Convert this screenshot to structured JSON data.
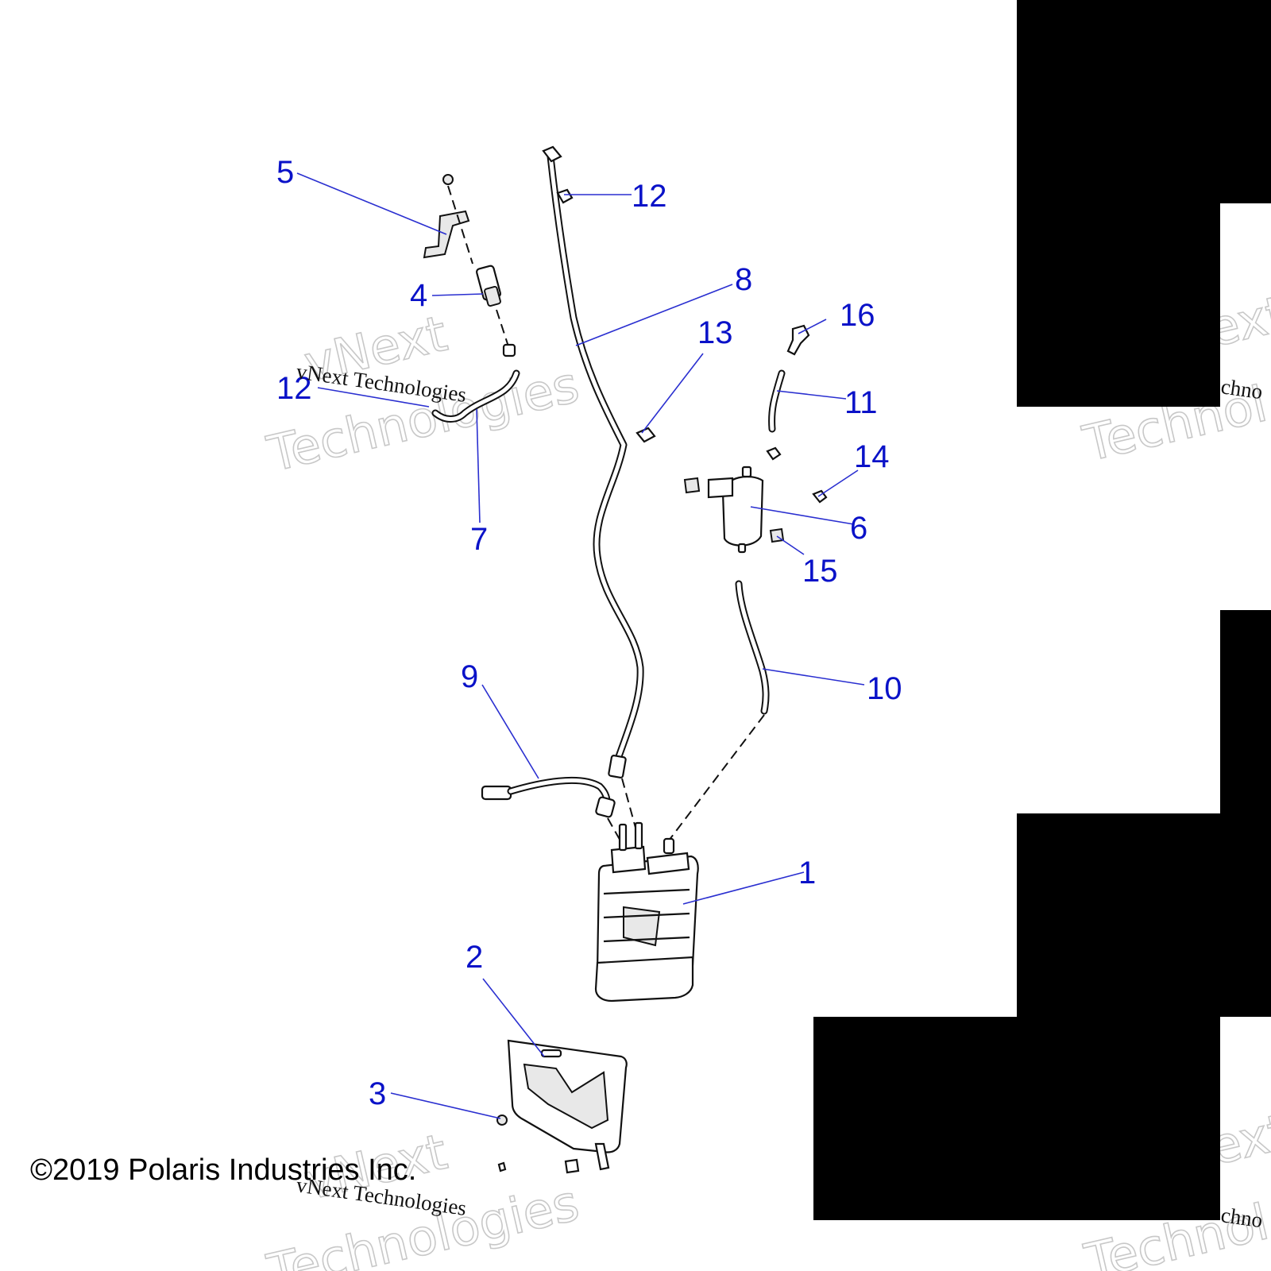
{
  "callouts": {
    "c1": "1",
    "c2": "2",
    "c3": "3",
    "c4": "4",
    "c5": "5",
    "c6": "6",
    "c7": "7",
    "c8": "8",
    "c9": "9",
    "c10": "10",
    "c11": "11",
    "c12a": "12",
    "c12b": "12",
    "c13": "13",
    "c14": "14",
    "c15": "15",
    "c16": "16"
  },
  "copyright": "©2019 Polaris Industries Inc.",
  "watermark": {
    "line1": "vNext Technologies",
    "outline_top": "vNext",
    "outline_bottom": "Technologies",
    "partial_top": "ext",
    "partial_mid": "chno",
    "partial_bottom": "Technol"
  },
  "colors": {
    "callout": "#0a12c8",
    "mask": "#000000"
  }
}
